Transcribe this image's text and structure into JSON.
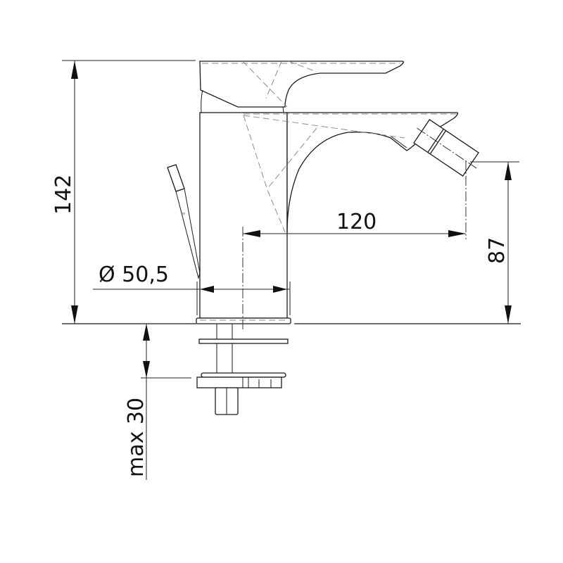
{
  "drawing": {
    "subject": "Bidet mixer faucet - side elevation",
    "units": "mm",
    "dimensions": {
      "overall_height": "142",
      "spout_height": "87",
      "spout_reach": "120",
      "body_diameter": "Ø 50,5",
      "max_deck_thickness": "max 30"
    },
    "colors": {
      "line": "#1a1a1a",
      "hidden_line": "#8a8a8a",
      "background": "#ffffff"
    }
  }
}
